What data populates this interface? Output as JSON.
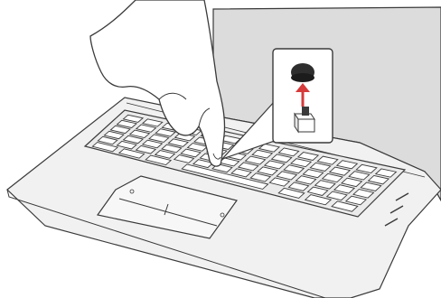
{
  "figure": {
    "subject": "laptop-keyboard",
    "callout": {
      "parts": [
        "keycap",
        "up-arrow",
        "key-stem"
      ],
      "arrow_color": "#d63a3a"
    },
    "colors": {
      "background": "#ffffff",
      "screen_fill": "#d9d9d9",
      "deck_fill": "#f2f2f2",
      "outline": "#3a3a3a",
      "key_fill": "#ffffff"
    }
  }
}
